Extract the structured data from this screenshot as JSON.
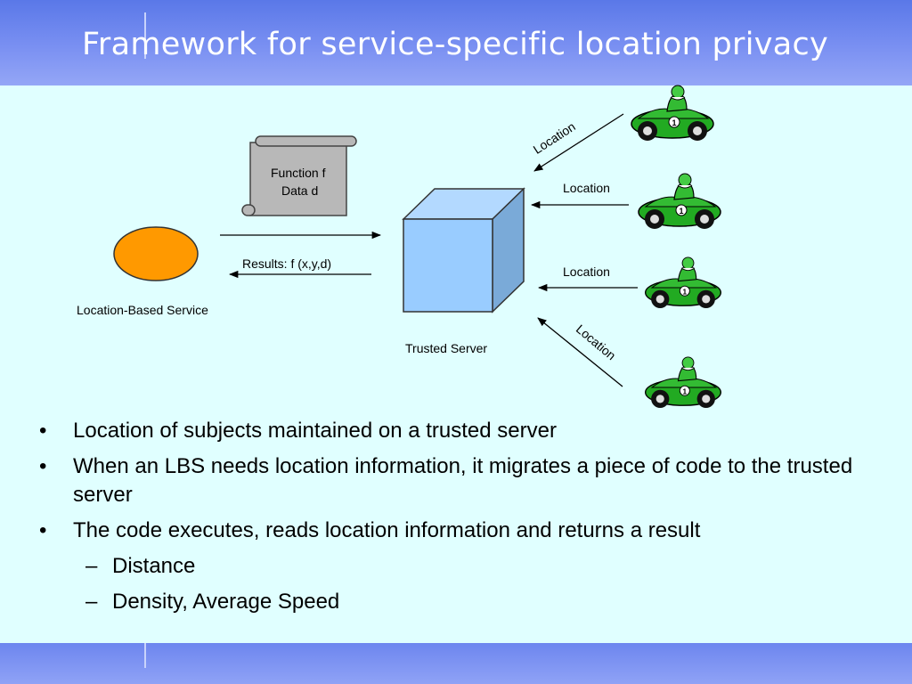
{
  "slide": {
    "title": "Framework for service-specific location privacy"
  },
  "diagram": {
    "scroll_line1": "Function f",
    "scroll_line2": "Data d",
    "results_label": "Results: f (x,y,d)",
    "lbs_label": "Location-Based Service",
    "server_label": "Trusted Server",
    "location_labels": [
      "Location",
      "Location",
      "Location",
      "Location"
    ],
    "car_number": "1",
    "colors": {
      "lbs_oval": "#ff9900",
      "server_front": "#99ccff",
      "car_body": "#22aa22",
      "scroll": "#b8b8b8"
    }
  },
  "bullets": [
    {
      "level": 1,
      "marker": "•",
      "text": "Location of subjects maintained on a trusted server"
    },
    {
      "level": 1,
      "marker": "•",
      "text": "When an LBS needs location information, it migrates a piece of code to the trusted server"
    },
    {
      "level": 1,
      "marker": "•",
      "text": "The code executes, reads location information and returns a result"
    },
    {
      "level": 2,
      "marker": "–",
      "text": "Distance"
    },
    {
      "level": 2,
      "marker": "–",
      "text": "Density, Average Speed"
    }
  ]
}
